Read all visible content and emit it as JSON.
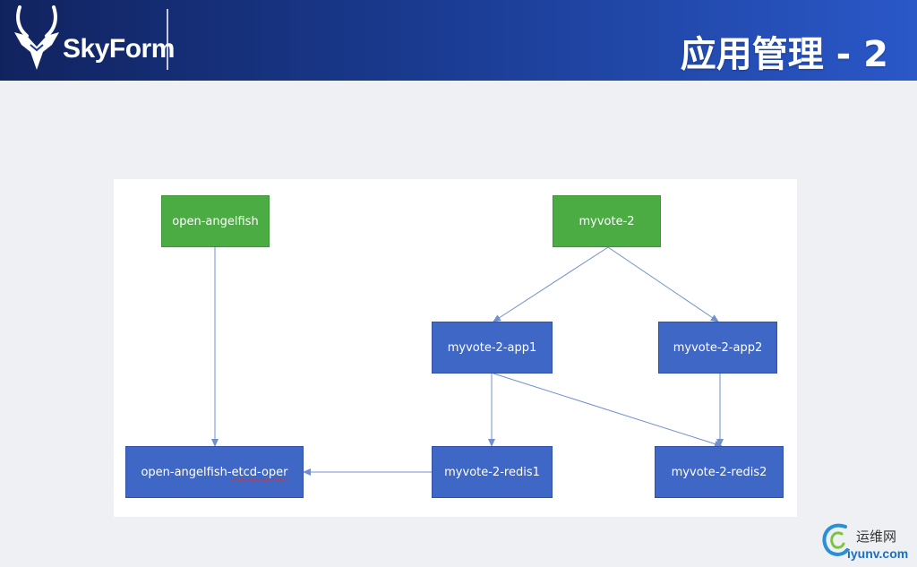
{
  "header": {
    "brand": "SkyForm",
    "title": "应用管理 - 2"
  },
  "icons": {
    "logo": "antelope-head-icon",
    "watermark": "swirl-logo-icon"
  },
  "colors": {
    "header_dark": "#11235f",
    "header_light": "#2a58c8",
    "root_node": "#4cac44",
    "child_node": "#3f67c6",
    "edge": "#6f8fcf"
  },
  "diagram": {
    "nodes": [
      {
        "id": "open-angelfish",
        "label": "open-angelfish",
        "kind": "root"
      },
      {
        "id": "open-angelfish-etcd-oper",
        "label": "open-angelfish-etcd-oper",
        "kind": "child"
      },
      {
        "id": "myvote-2",
        "label": "myvote-2",
        "kind": "root"
      },
      {
        "id": "myvote-2-app1",
        "label": "myvote-2-app1",
        "kind": "child"
      },
      {
        "id": "myvote-2-app2",
        "label": "myvote-2-app2",
        "kind": "child"
      },
      {
        "id": "myvote-2-redis1",
        "label": "myvote-2-redis1",
        "kind": "child"
      },
      {
        "id": "myvote-2-redis2",
        "label": "myvote-2-redis2",
        "kind": "child"
      }
    ],
    "edges": [
      {
        "from": "open-angelfish",
        "to": "open-angelfish-etcd-oper"
      },
      {
        "from": "myvote-2",
        "to": "myvote-2-app1"
      },
      {
        "from": "myvote-2",
        "to": "myvote-2-app2"
      },
      {
        "from": "myvote-2-app1",
        "to": "myvote-2-redis1"
      },
      {
        "from": "myvote-2-app1",
        "to": "myvote-2-redis2"
      },
      {
        "from": "myvote-2-app2",
        "to": "myvote-2-redis2"
      },
      {
        "from": "myvote-2-redis1",
        "to": "open-angelfish-etcd-oper"
      }
    ]
  },
  "watermark": {
    "cn": "运维网",
    "url": "iyunv.com"
  }
}
